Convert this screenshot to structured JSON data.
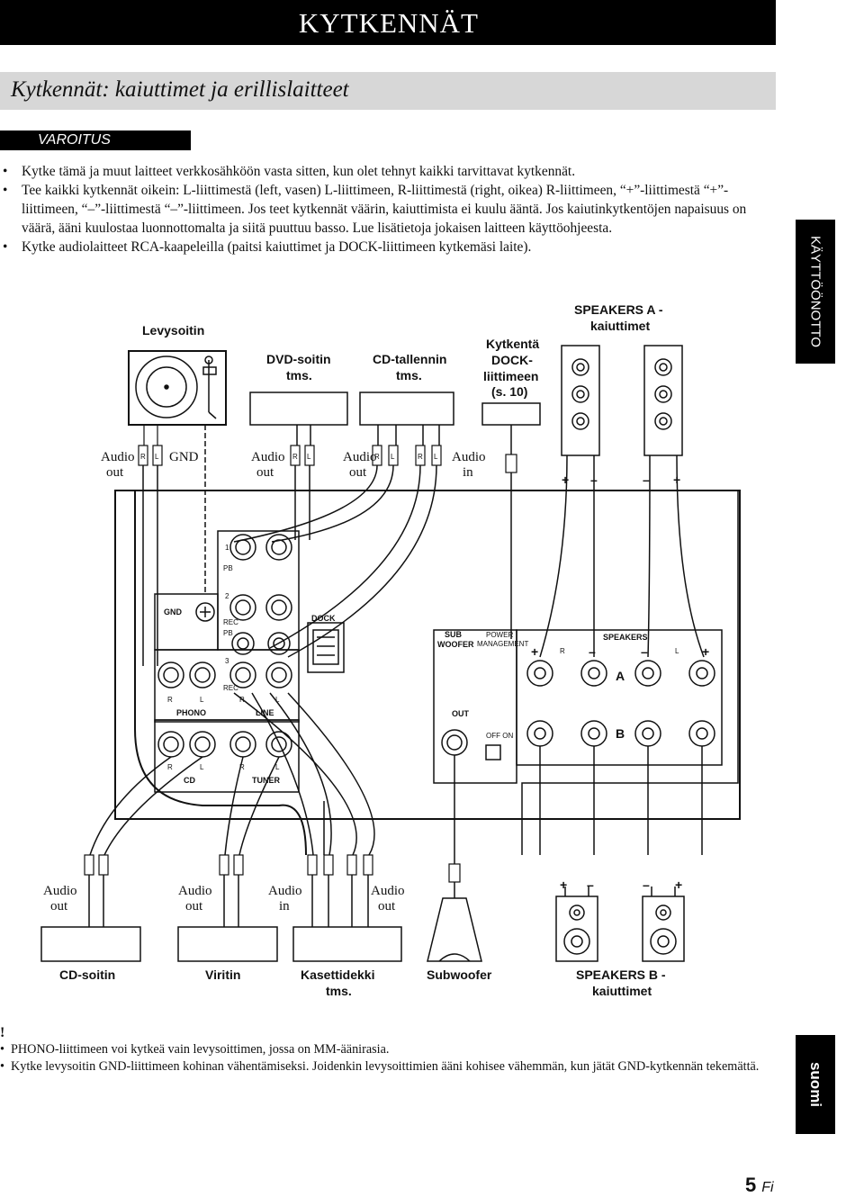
{
  "header": {
    "title": "KYTKENNÄT"
  },
  "section": {
    "title": "Kytkennät: kaiuttimet ja erillislaitteet"
  },
  "warning": {
    "label": "VAROITUS",
    "bullets": [
      "Kytke tämä ja muut laitteet verkkosähköön vasta sitten, kun olet tehnyt kaikki tarvittavat kytkennät.",
      "Tee kaikki kytkennät oikein: L-liittimestä (left, vasen) L-liittimeen, R-liittimestä (right, oikea) R-liittimeen, “+”-liittimestä “+”-liittimeen, “–”-liittimestä “–”-liittimeen. Jos teet kytkennät väärin, kaiuttimista ei kuulu ääntä. Jos kaiutinkytkentöjen napaisuus on väärä, ääni kuulostaa luonnottomalta ja siitä puuttuu basso. Lue lisätietoja jokaisen laitteen käyttöohjeesta.",
      "Kytke audiolaitteet RCA-kaapeleilla (paitsi kaiuttimet ja DOCK-liittimeen kytkemäsi laite)."
    ]
  },
  "side_tab": "KÄYTTÖÖNOTTO",
  "lang_tab": "suomi",
  "diagram": {
    "top_devices": {
      "turntable": "Levysoitin",
      "dvd_1": "DVD-soitin",
      "dvd_2": "tms.",
      "cdrec_1": "CD-tallennin",
      "cdrec_2": "tms.",
      "dock_1": "Kytkentä",
      "dock_2": "DOCK-",
      "dock_3": "liittimeen",
      "dock_4": "(s. 10)",
      "spa_1": "SPEAKERS A -",
      "spa_2": "kaiuttimet"
    },
    "top_jacks": {
      "audio": "Audio",
      "out": "out",
      "in": "in",
      "gnd": "GND"
    },
    "panel": {
      "n1": "1",
      "n2": "2",
      "n3": "3",
      "pb1": "PB",
      "pb2": "PB",
      "rec1": "REC",
      "rec2": "REC",
      "gnd": "GND",
      "dock": "DOCK",
      "phono": "PHONO",
      "line": "LINE",
      "cd": "CD",
      "tuner": "TUNER",
      "sub_1": "SUB",
      "sub_2": "WOOFER",
      "pm_1": "POWER",
      "pm_2": "MANAGEMENT",
      "out": "OUT",
      "offon": "OFF ON",
      "speakers": "SPEAKERS",
      "a": "A",
      "b": "B",
      "r": "R",
      "l": "L",
      "plus": "+",
      "minus": "–"
    },
    "bottom_devices": {
      "cd": "CD-soitin",
      "tuner": "Viritin",
      "tape_1": "Kasettidekki",
      "tape_2": "tms.",
      "sub": "Subwoofer",
      "spb_1": "SPEAKERS B -",
      "spb_2": "kaiuttimet"
    }
  },
  "note": {
    "mark": "!",
    "bullets": [
      "PHONO-liittimeen voi kytkeä vain levysoittimen, jossa on MM-äänirasia.",
      "Kytke levysoitin GND-liittimeen kohinan vähentämiseksi. Joidenkin levysoittimien ääni kohisee vähemmän, kun jätät GND-kytkennän tekemättä."
    ]
  },
  "page": {
    "number": "5",
    "suffix": "Fi"
  }
}
